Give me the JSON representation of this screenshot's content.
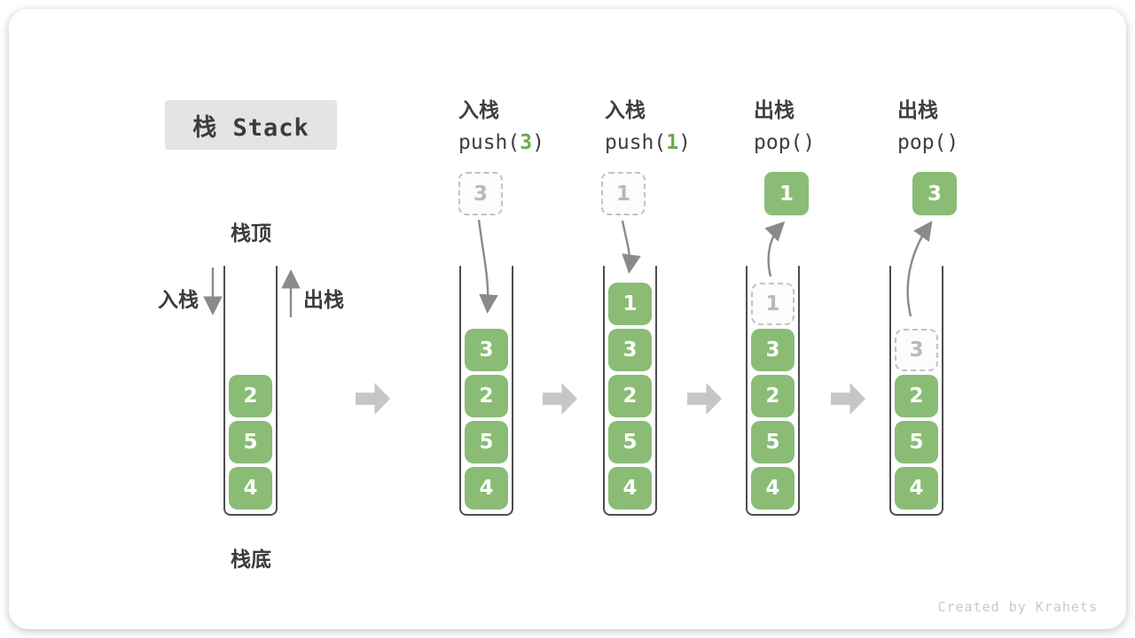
{
  "title": "栈 Stack",
  "labels": {
    "stack_top": "栈顶",
    "stack_bottom": "栈底",
    "push_side": "入栈",
    "pop_side": "出栈"
  },
  "operations": [
    {
      "name": "入栈",
      "code_before": "push(",
      "code_arg": "3",
      "code_after": ")"
    },
    {
      "name": "入栈",
      "code_before": "push(",
      "code_arg": "1",
      "code_after": ")"
    },
    {
      "name": "出栈",
      "code_before": "pop(",
      "code_arg": "",
      "code_after": ")"
    },
    {
      "name": "出栈",
      "code_before": "pop(",
      "code_arg": "",
      "code_after": ")"
    }
  ],
  "stacks": [
    {
      "floating": null,
      "arrow": null,
      "elements": [
        {
          "value": "2",
          "dashed": false
        },
        {
          "value": "5",
          "dashed": false
        },
        {
          "value": "4",
          "dashed": false
        }
      ]
    },
    {
      "floating": {
        "value": "3",
        "style": "dashed"
      },
      "arrow": "push",
      "elements": [
        {
          "value": "3",
          "dashed": false
        },
        {
          "value": "2",
          "dashed": false
        },
        {
          "value": "5",
          "dashed": false
        },
        {
          "value": "4",
          "dashed": false
        }
      ]
    },
    {
      "floating": {
        "value": "1",
        "style": "dashed"
      },
      "arrow": "push",
      "elements": [
        {
          "value": "1",
          "dashed": false
        },
        {
          "value": "3",
          "dashed": false
        },
        {
          "value": "2",
          "dashed": false
        },
        {
          "value": "5",
          "dashed": false
        },
        {
          "value": "4",
          "dashed": false
        }
      ]
    },
    {
      "floating": {
        "value": "1",
        "style": "solid"
      },
      "arrow": "pop",
      "elements": [
        {
          "value": "1",
          "dashed": true
        },
        {
          "value": "3",
          "dashed": false
        },
        {
          "value": "2",
          "dashed": false
        },
        {
          "value": "5",
          "dashed": false
        },
        {
          "value": "4",
          "dashed": false
        }
      ]
    },
    {
      "floating": {
        "value": "3",
        "style": "solid"
      },
      "arrow": "pop",
      "elements": [
        {
          "value": "3",
          "dashed": true
        },
        {
          "value": "2",
          "dashed": false
        },
        {
          "value": "5",
          "dashed": false
        },
        {
          "value": "4",
          "dashed": false
        }
      ]
    }
  ],
  "watermark": "Created by Krahets",
  "colors": {
    "element_green": "#8abc76",
    "code_green": "#6aaa50",
    "block_arrow_gray": "#c6c6c6",
    "curved_arrow_gray": "#8a8a8a",
    "stack_wall": "#4e4e4e",
    "dashed_border": "#c2c2c2",
    "dashed_text": "#b9b9b9",
    "title_background": "#e4e4e4",
    "text_dark": "#3b3b3b",
    "watermark_gray": "#c9c9c9"
  }
}
